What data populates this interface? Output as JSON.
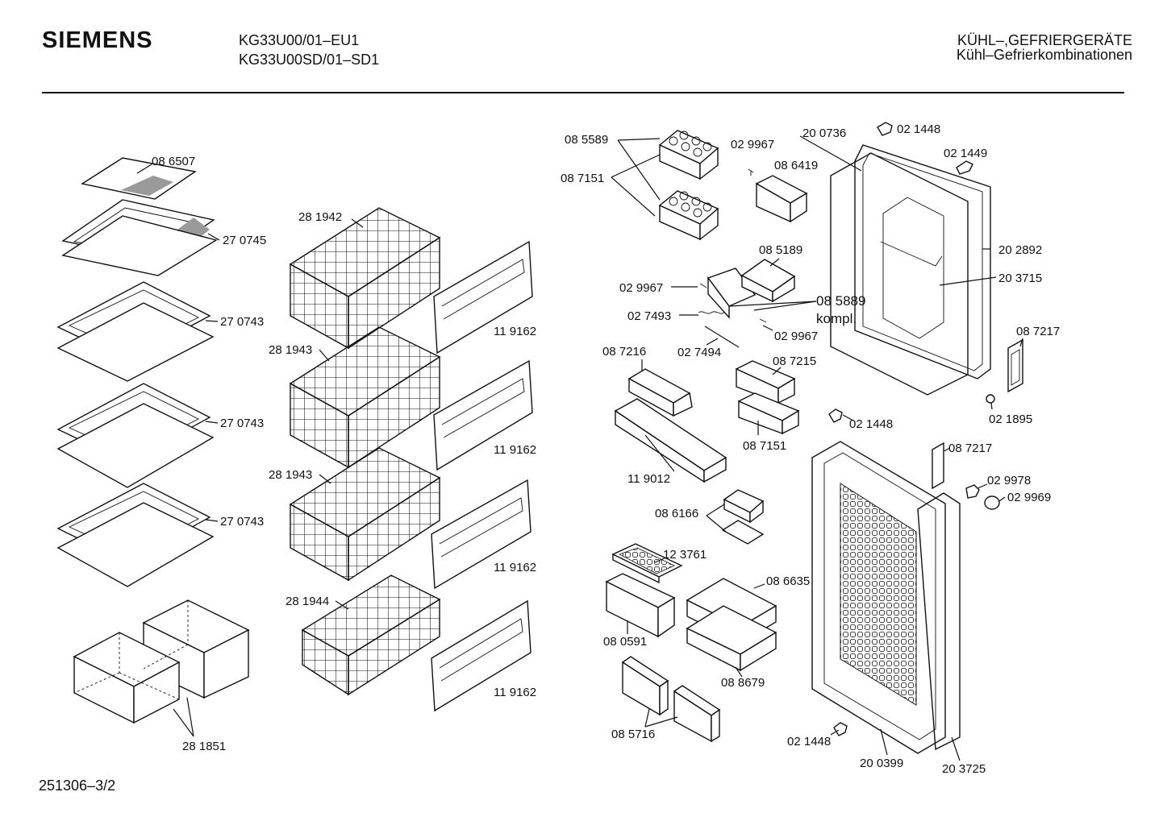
{
  "header": {
    "brand": "SIEMENS",
    "model_1": "KG33U00/01–EU1",
    "model_2": "KG33U00SD/01–SD1",
    "category_1": "KÜHL–,GEFRIERGERÄTE",
    "category_2": "Kühl–Gefrierkombinationen"
  },
  "footer": {
    "drawing_number": "251306–3/2"
  },
  "parts": {
    "p086507": "08 6507",
    "p270745": "27 0745",
    "p270743a": "27 0743",
    "p270743b": "27 0743",
    "p270743c": "27 0743",
    "p281851": "28 1851",
    "p281942": "28 1942",
    "p281943a": "28 1943",
    "p281943b": "28 1943",
    "p281944": "28 1944",
    "p119162a": "11 9162",
    "p119162b": "11 9162",
    "p119162c": "11 9162",
    "p119162d": "11 9162",
    "p085589": "08 5589",
    "p087151a": "08 7151",
    "p029967a": "02 9967",
    "p086419": "08 6419",
    "p200736": "20 0736",
    "p021448a": "02 1448",
    "p021449": "02 1449",
    "p202892": "20 2892",
    "p203715": "20 3715",
    "p085189": "08 5189",
    "p029967b": "02 9967",
    "p085889": "08 5889",
    "kompl": "kompl.",
    "p027493": "02 7493",
    "p029967c": "02 9967",
    "p027494": "02 7494",
    "p087216": "08 7216",
    "p087215": "08 7215",
    "p087151b": "08 7151",
    "p119012": "11 9012",
    "p087217a": "08 7217",
    "p021895": "02 1895",
    "p021448b": "02 1448",
    "p087217b": "08 7217",
    "p029978": "02 9978",
    "p029969": "02 9969",
    "p086166": "08 6166",
    "p123761": "12 3761",
    "p086635": "08 6635",
    "p080591": "08 0591",
    "p088679": "08 8679",
    "p085716": "08 5716",
    "p021448c": "02 1448",
    "p200399": "20 0399",
    "p203725": "20 3725"
  }
}
